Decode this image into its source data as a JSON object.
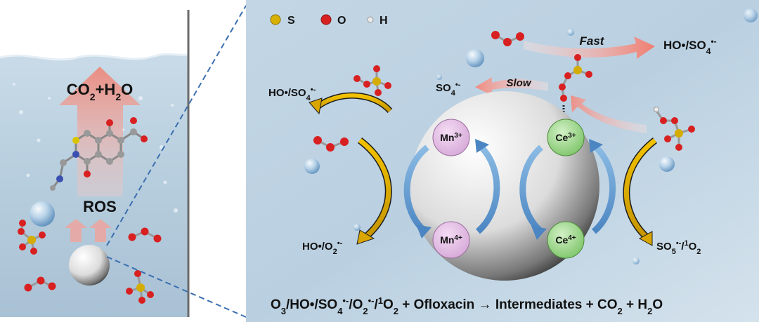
{
  "legend": {
    "items": [
      {
        "symbol": "S",
        "color": "#d8b000"
      },
      {
        "symbol": "O",
        "color": "#d82020"
      },
      {
        "symbol": "H",
        "color": "#e8e8e8"
      }
    ]
  },
  "left_panel": {
    "product_co2": "CO",
    "product_sub2": "2",
    "product_plus": "+H",
    "product_sub2b": "2",
    "product_o": "O",
    "ros": "ROS"
  },
  "right_panel": {
    "fast_label": "Fast",
    "slow_label": "Slow",
    "fast_product": "HO•/SO",
    "fast_product_sub": "4",
    "fast_product_sup": "•-",
    "slow_product": "SO",
    "slow_product_sub": "4",
    "slow_product_sup": "•-",
    "top_left_product": "HO•/SO",
    "top_left_sub": "4",
    "top_left_sup": "•-",
    "bottom_left_product": "HO•/O",
    "bottom_left_sub": "2",
    "bottom_left_sup": "•-",
    "bottom_right_product": "SO",
    "bottom_right_sub": "5",
    "bottom_right_sup": "•-",
    "bottom_right_tail": "/",
    "bottom_right_sup2": "1",
    "bottom_right_tail2": "O",
    "bottom_right_sub2": "2",
    "mn3": "Mn",
    "mn3_sup": "3+",
    "mn4": "Mn",
    "mn4_sup": "4+",
    "ce3": "Ce",
    "ce3_sup": "3+",
    "ce4": "Ce",
    "ce4_sup": "4+"
  },
  "equation": {
    "p1": "O",
    "s1": "3",
    "p2": "/HO•/SO",
    "s2": "4",
    "sup2": "•-",
    "p3": "/O",
    "s3": "2",
    "sup3": "•-",
    "p4": "/",
    "sup4": "1",
    "p5": "O",
    "s5": "2",
    "p6": " + Ofloxacin → Intermediates + CO",
    "s6": "2",
    "p7": " + H",
    "s7": "2",
    "p8": "O"
  }
}
